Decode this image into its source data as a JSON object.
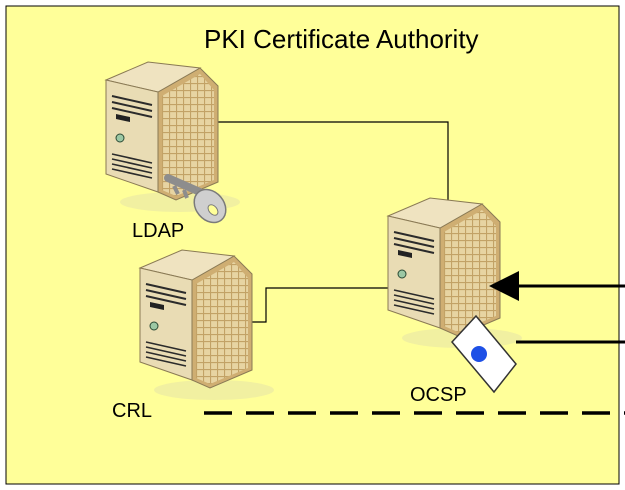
{
  "diagram": {
    "title": "PKI Certificate Authority",
    "nodes": {
      "ldap": {
        "label": "LDAP",
        "icon": "server-icon",
        "accessory": "key-icon"
      },
      "crl": {
        "label": "CRL",
        "icon": "server-icon"
      },
      "ocsp": {
        "label": "OCSP",
        "icon": "server-icon",
        "accessory": "certificate-icon"
      }
    },
    "colors": {
      "background": "#FFFF99",
      "border": "#000000",
      "server_body": "#E6D7A8",
      "server_grille": "#C9A86A",
      "key": "#C8C8C8",
      "certificate_seal": "#1E50E6"
    }
  }
}
